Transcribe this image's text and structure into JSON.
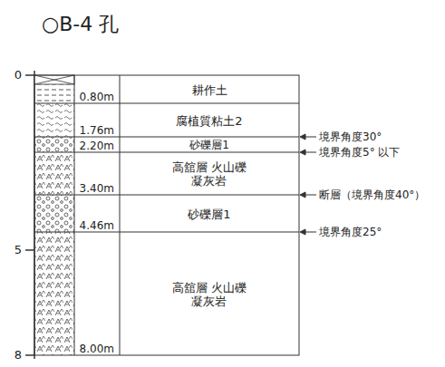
{
  "diagram": {
    "title": "○B-4 孔",
    "nodes": [
      {
        "text": [
          "耕作土"
        ]
      },
      {
        "text": [
          "腐植質粘土2"
        ]
      },
      {
        "text": [
          "砂礫層1"
        ]
      },
      {
        "text": [
          "高舘層 火山礫凝灰岩"
        ]
      },
      {
        "text": [
          "砂礫層1"
        ]
      },
      {
        "text": [
          "高舘層 火山礫凝灰岩"
        ]
      }
    ],
    "labels": [
      "0",
      "5",
      "8",
      "0.80m",
      "1.76m",
      "2.20m",
      "3.40m",
      "4.46m",
      "8.00m",
      "境界角度30°",
      "境界角度5° 以下",
      "断層（境界角度40°）",
      "境界角度25°"
    ]
  }
}
